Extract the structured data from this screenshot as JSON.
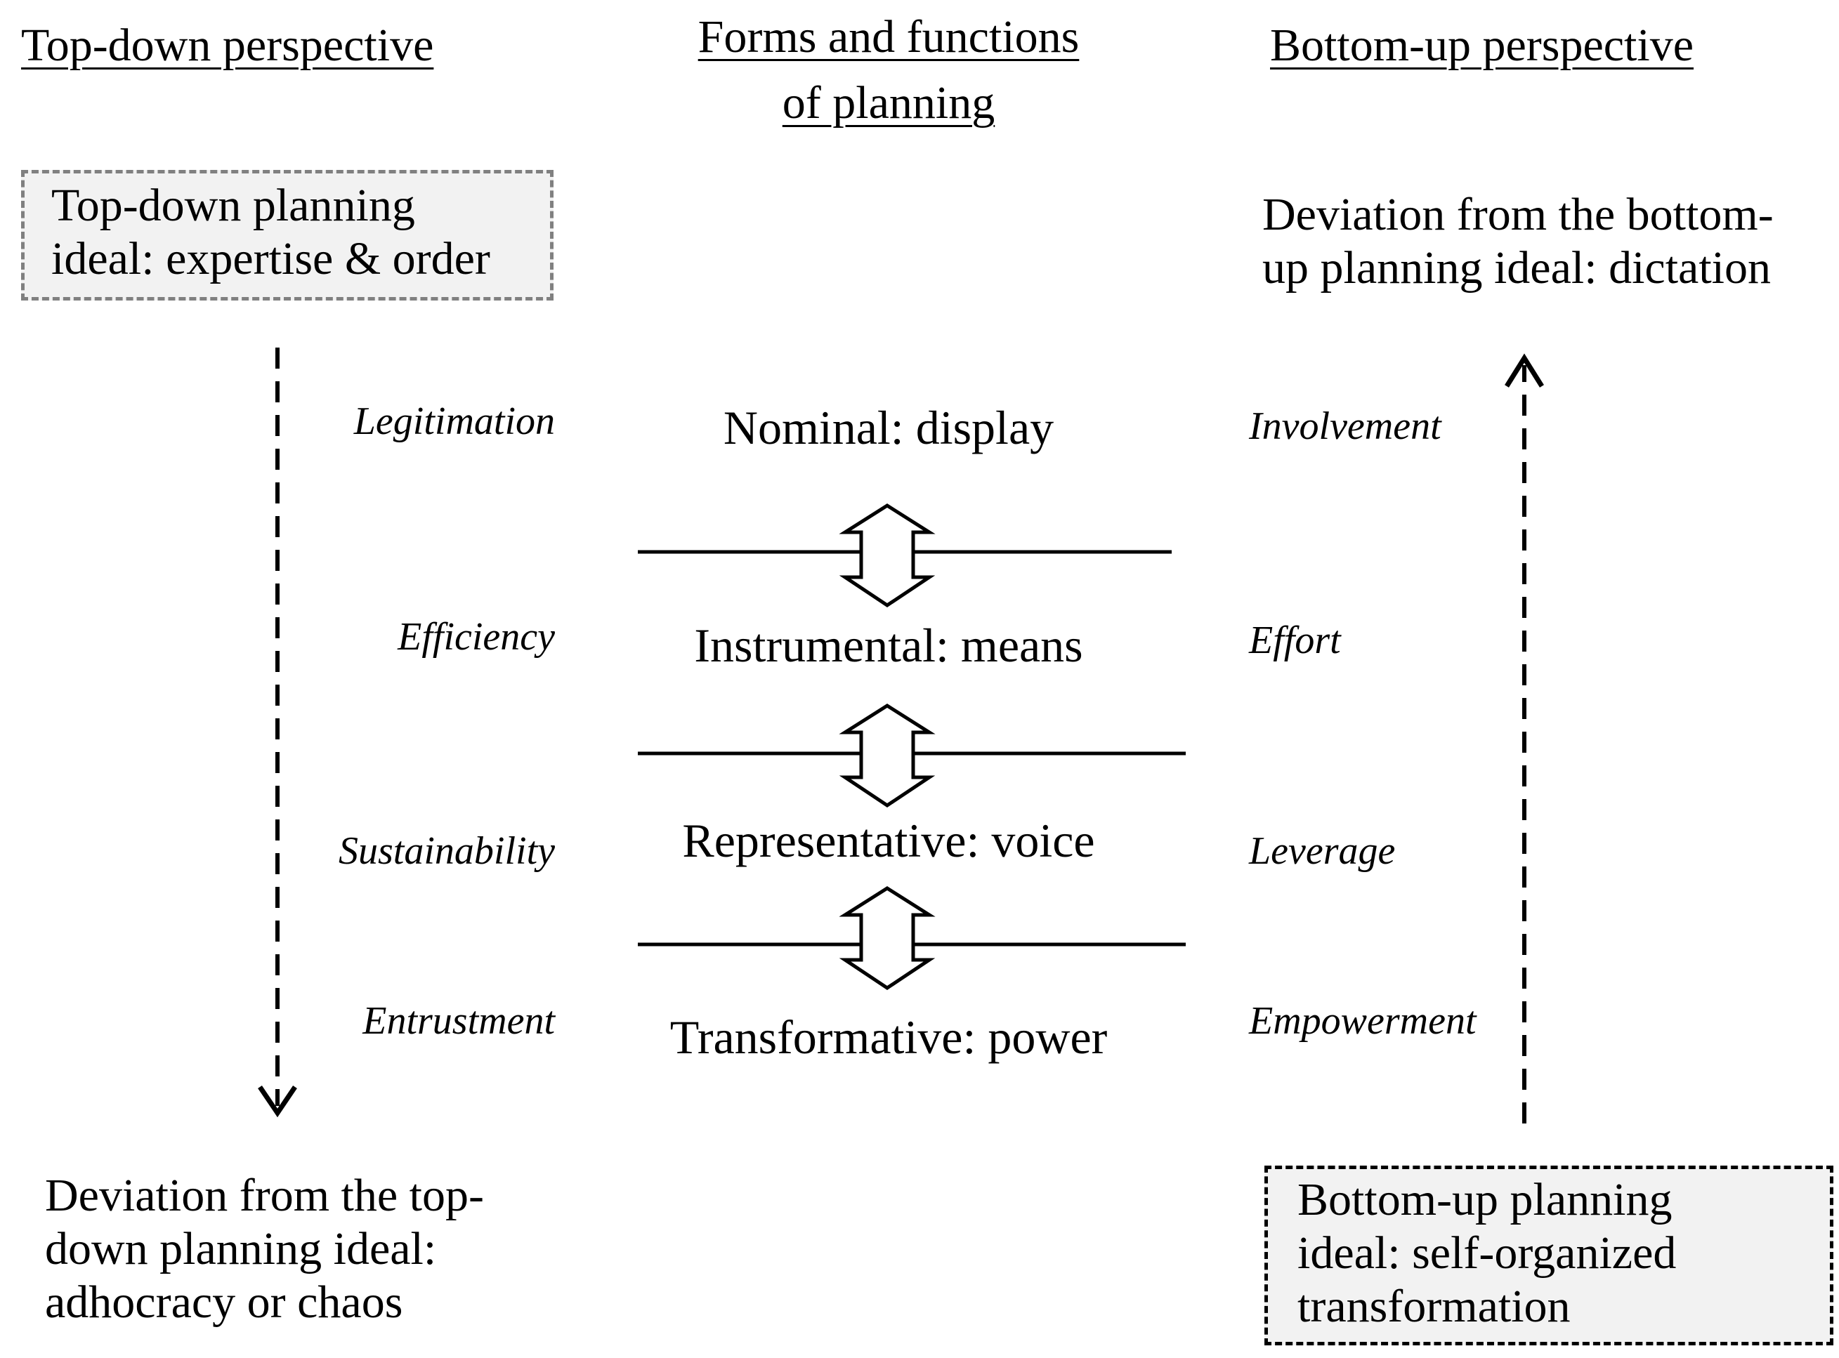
{
  "headers": {
    "left": "Top-down perspective",
    "center_line1": "Forms and functions",
    "center_line2": "of planning",
    "right": "Bottom-up perspective"
  },
  "top_down": {
    "ideal_line1": "Top-down planning",
    "ideal_line2": "ideal: expertise & order",
    "deviation_line1": "Deviation from the top-",
    "deviation_line2": "down planning ideal:",
    "deviation_line3": "adhocracy or chaos"
  },
  "bottom_up": {
    "deviation_line1": "Deviation from the bottom-",
    "deviation_line2": "up planning ideal:  dictation",
    "ideal_line1": "Bottom-up planning",
    "ideal_line2": "ideal: self-organized",
    "ideal_line3": "transformation"
  },
  "levels": [
    {
      "form": "Nominal: display",
      "top_down_function": "Legitimation",
      "bottom_up_function": "Involvement"
    },
    {
      "form": "Instrumental: means",
      "top_down_function": "Efficiency",
      "bottom_up_function": "Effort"
    },
    {
      "form": "Representative: voice",
      "top_down_function": "Sustainability",
      "bottom_up_function": "Leverage"
    },
    {
      "form": "Transformative: power",
      "top_down_function": "Entrustment",
      "bottom_up_function": "Empowerment"
    }
  ],
  "colors": {
    "text": "#000000",
    "top_down_box_fill": "#f2f2f2",
    "top_down_box_border": "#808080",
    "bottom_up_box_fill": "#f2f2f2",
    "bottom_up_box_border": "#000000"
  }
}
